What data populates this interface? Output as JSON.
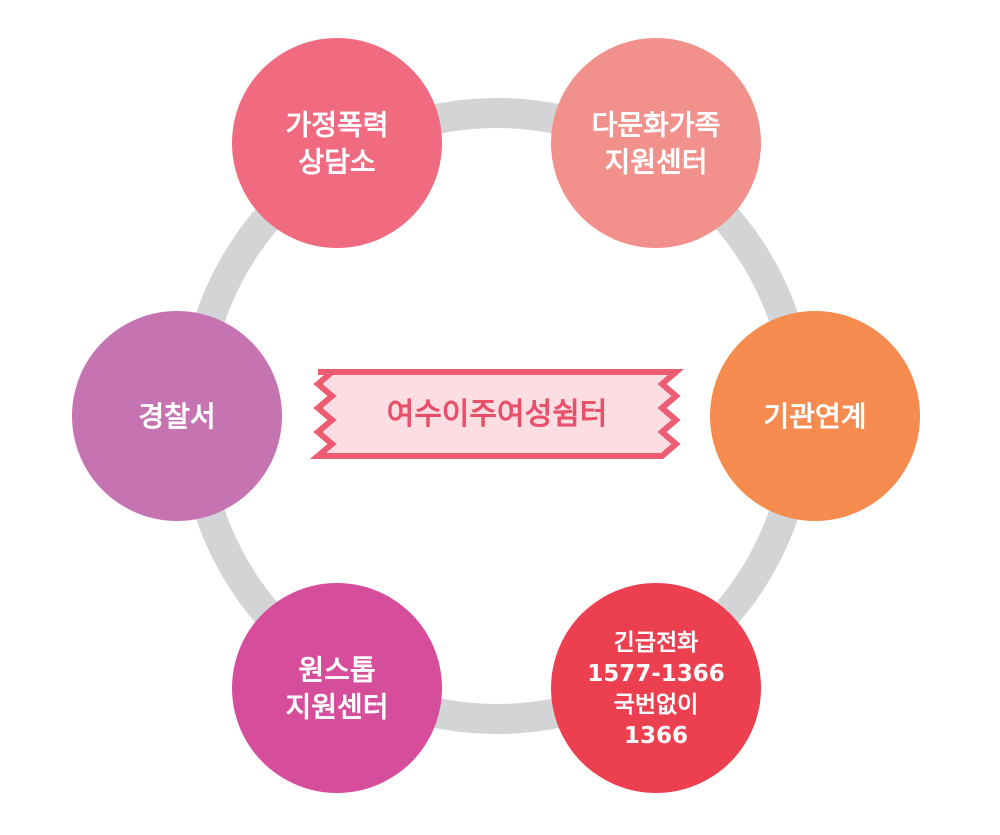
{
  "center": {
    "label": "여수이주여성쉼터",
    "text_color": "#e8506a",
    "fill_color": "#fcdde2",
    "border_color": "#ec5c73"
  },
  "ring_color": "#d3d4d6",
  "nodes": [
    {
      "id": "domestic-violence-counseling",
      "lines": [
        "가정폭력",
        "상담소"
      ],
      "color": "#f06a80"
    },
    {
      "id": "multicultural-family-center",
      "lines": [
        "다문화가족",
        "지원센터"
      ],
      "color": "#f2908b"
    },
    {
      "id": "agency-linkage",
      "lines": [
        "기관연계"
      ],
      "color": "#f58b4e"
    },
    {
      "id": "emergency-call",
      "lines": [
        "긴급전화",
        "1577-1366",
        "국번없이",
        "1366"
      ],
      "color": "#ec4050"
    },
    {
      "id": "one-stop-center",
      "lines": [
        "원스톱",
        "지원센터"
      ],
      "color": "#d64d9b"
    },
    {
      "id": "police-station",
      "lines": [
        "경찰서"
      ],
      "color": "#c673b1"
    }
  ]
}
